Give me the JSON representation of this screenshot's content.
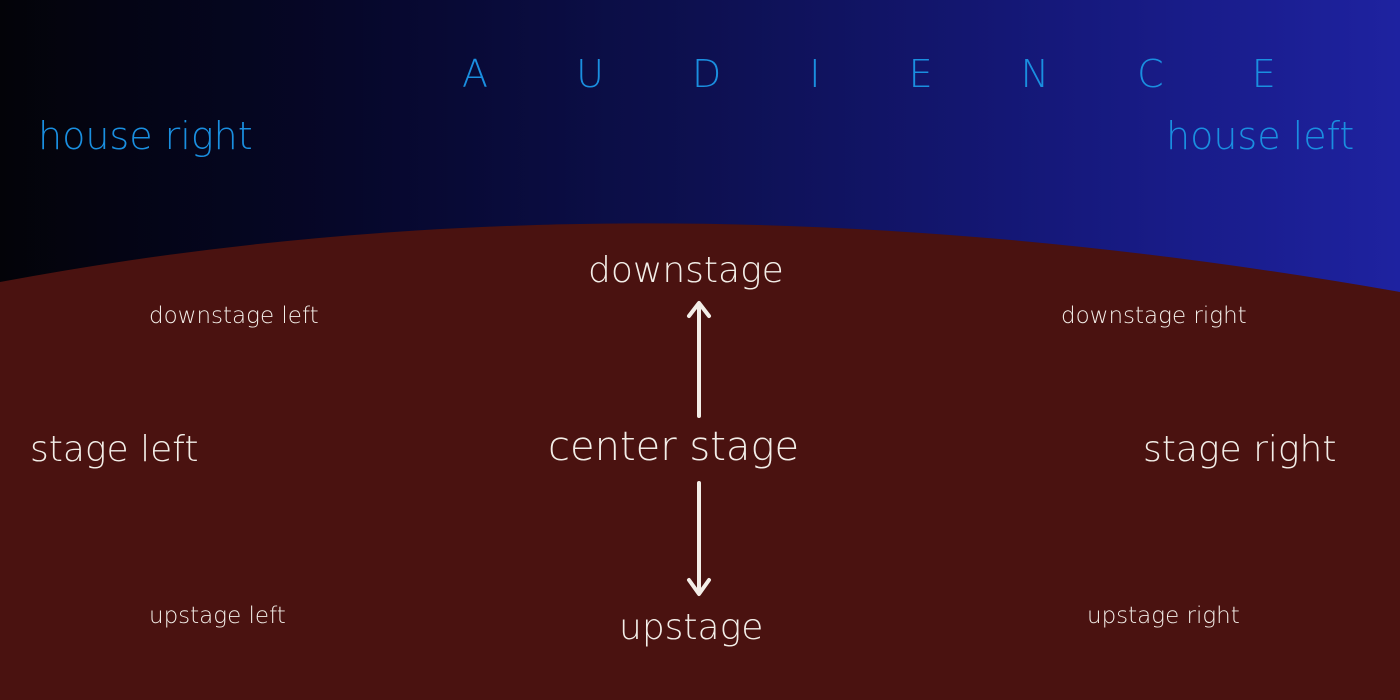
{
  "diagram": {
    "title": "A U D I E N C E",
    "house_right": "house right",
    "house_left": "house left",
    "downstage": "downstage",
    "center_stage": "center stage",
    "upstage": "upstage",
    "downstage_left": "downstage left",
    "downstage_right": "downstage right",
    "stage_left": "stage left",
    "stage_right": "stage right",
    "upstage_left": "upstage left",
    "upstage_right": "upstage right",
    "colors": {
      "audience_text": "#1a8fe0",
      "stage_fill": "#4a1210",
      "stage_text": "#f3eee8",
      "background_left": "#030308",
      "background_right": "#1e22a0"
    },
    "icons": [
      "arrow-up-icon",
      "arrow-down-icon"
    ]
  }
}
